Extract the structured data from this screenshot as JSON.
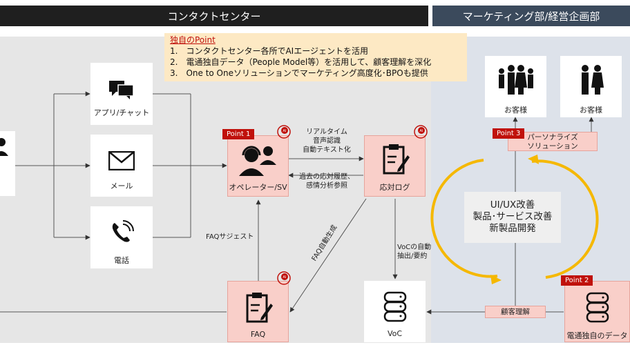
{
  "header": {
    "left_title": "コンタクトセンター",
    "right_title": "マーケティング部/経営企画部"
  },
  "points_box": {
    "title": "独自のPoint",
    "items": [
      "1.　コンタクトセンター各所でAIエージェントを活用",
      "2.　電通独自データ（People Model等）を活用して、顧客理解を深化",
      "3.　One to Oneソリューションでマーケティング高度化･BPOも提供"
    ]
  },
  "channels": [
    {
      "label": "アプリ/チャット",
      "icon": "chat-icon"
    },
    {
      "label": "メール",
      "icon": "mail-icon"
    },
    {
      "label": "電話",
      "icon": "phone-icon"
    }
  ],
  "operator": {
    "label": "オペレーター/SV",
    "badge": "Point 1",
    "icon": "operator-headset-icon"
  },
  "response_log": {
    "label": "応対ログ",
    "icon": "clipboard-icon"
  },
  "faq": {
    "label": "FAQ",
    "icon": "clipboard-icon"
  },
  "voc": {
    "label": "VoC",
    "icon": "database-icon"
  },
  "dentsu_data": {
    "label": "電通独自のデータ",
    "badge": "Point 2",
    "icon": "database-icon"
  },
  "customers": [
    {
      "label": "お客様",
      "icon": "family-icon"
    },
    {
      "label": "お客様",
      "icon": "couple-icon"
    }
  ],
  "personalize": {
    "badge": "Point 3",
    "line1": "パーソナライズ",
    "line2": "ソリューション"
  },
  "arrow_notes": {
    "realtime": [
      "リアルタイム",
      "音声認識",
      "自動テキスト化"
    ],
    "history": [
      "過去の応対履歴、",
      "感情分析参照"
    ],
    "faq_suggest": "FAQサジェスト",
    "faq_auto": "FAQ自動生成",
    "voc_auto": [
      "VoCの自動",
      "抽出/要約"
    ]
  },
  "cycle": [
    "UI/UX改善",
    "製品･サービス改善",
    "新製品開発"
  ],
  "customer_understanding": "顧客理解",
  "colors": {
    "header_left": "#1f1f1f",
    "header_right": "#3b4a5c",
    "panel_left": "#e6e6e6",
    "panel_right": "#dde2ea",
    "point_fill": "#f9cfc9",
    "point_border": "#e6a39b",
    "badge": "#c0110b",
    "cycle_arrow": "#f5b800",
    "points_box": "#fde9c4",
    "points_title": "#c0110b"
  }
}
